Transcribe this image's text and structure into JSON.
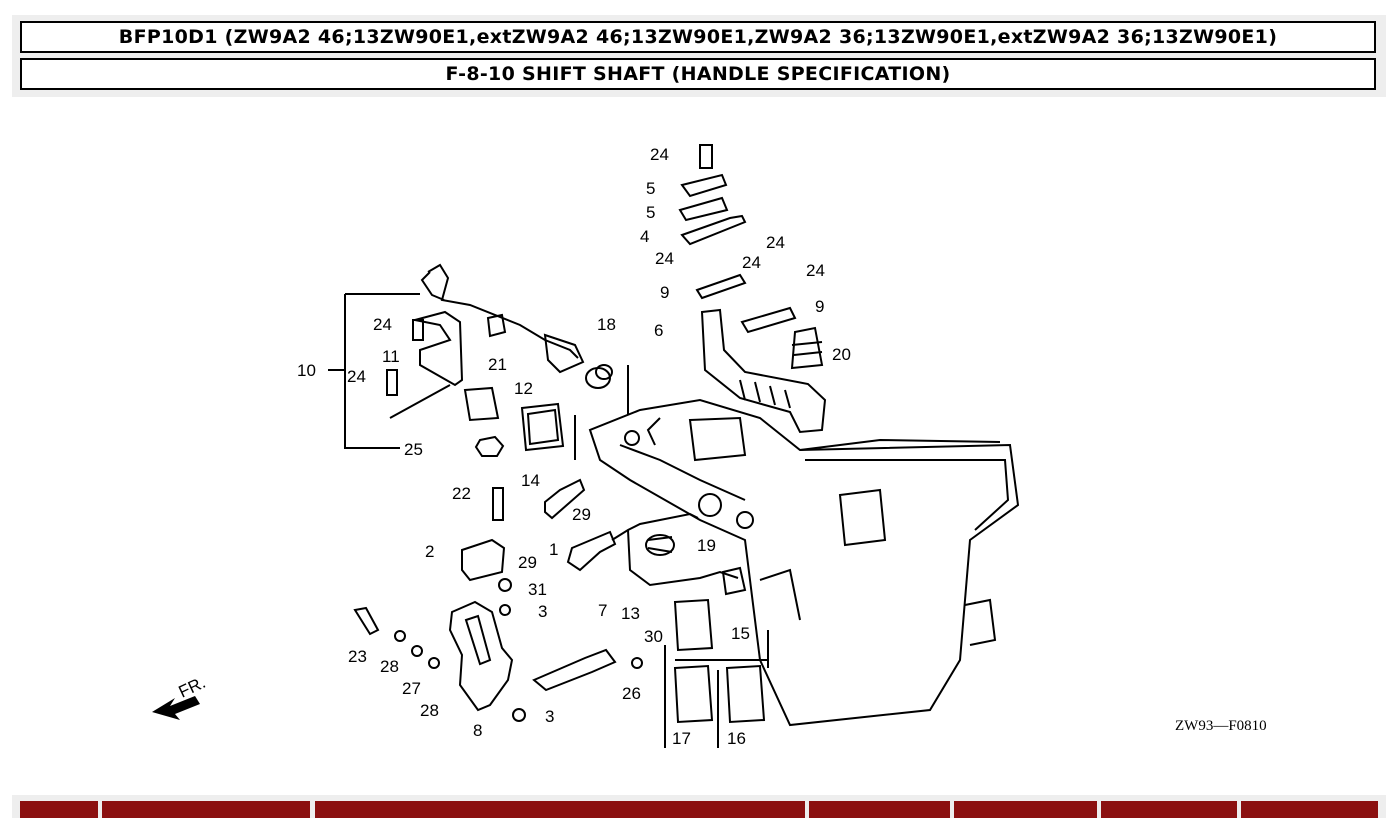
{
  "header": {
    "model_title": "BFP10D1 (ZW9A2 46;13ZW90E1,extZW9A2 46;13ZW90E1,ZW9A2 36;13ZW90E1,extZW9A2 36;13ZW90E1)",
    "section_title": "F-8-10 SHIFT SHAFT (HANDLE SPECIFICATION)"
  },
  "diagram": {
    "code": "ZW93—F0810",
    "front_marker": "FR.",
    "callouts": [
      "24",
      "5",
      "5",
      "4",
      "24",
      "24",
      "24",
      "24",
      "9",
      "9",
      "6",
      "20",
      "18",
      "24",
      "21",
      "11",
      "10",
      "24",
      "12",
      "14",
      "25",
      "22",
      "29",
      "29",
      "1",
      "2",
      "19",
      "31",
      "3",
      "13",
      "7",
      "15",
      "30",
      "23",
      "28",
      "27",
      "28",
      "26",
      "8",
      "3",
      "17",
      "16"
    ]
  },
  "colors": {
    "footer_cell": "#8b1010",
    "header_bg": "#eeeeee"
  }
}
